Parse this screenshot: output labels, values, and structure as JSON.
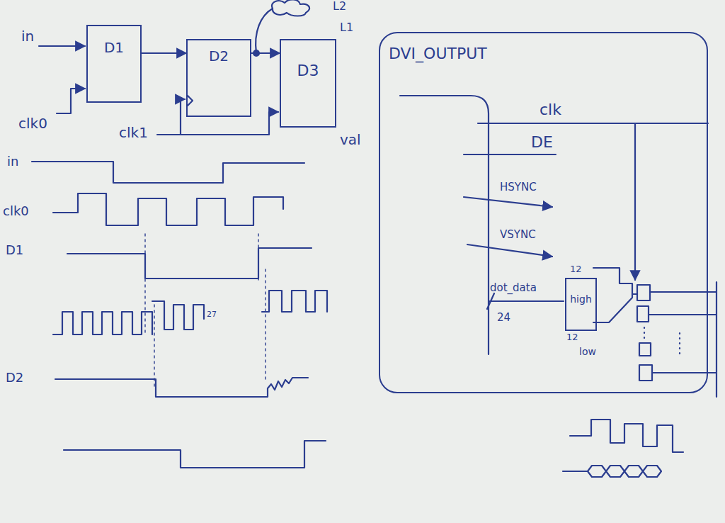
{
  "diagram": {
    "nodes": [
      {
        "text": [
          "D1"
        ]
      },
      {
        "text": [
          "D2"
        ]
      },
      {
        "text": [
          "D3"
        ]
      },
      {
        "text": [
          "DVI_OUTPUT"
        ]
      },
      {
        "text": [
          "high"
        ],
        "in": 3
      }
    ],
    "edges": [
      {
        "from": 0,
        "to": 1,
        "arrow": "to"
      },
      {
        "from": 1,
        "to": 2,
        "arrow": "to"
      }
    ],
    "labels": [
      "in",
      "clk0",
      "clk1",
      "L2",
      "L1",
      "val",
      "in",
      "clk0",
      "D1",
      "27",
      "D2",
      "clk",
      "DE",
      "HSYNC",
      "VSYNC",
      "dot_data",
      "24",
      "12",
      "12",
      "low"
    ]
  }
}
